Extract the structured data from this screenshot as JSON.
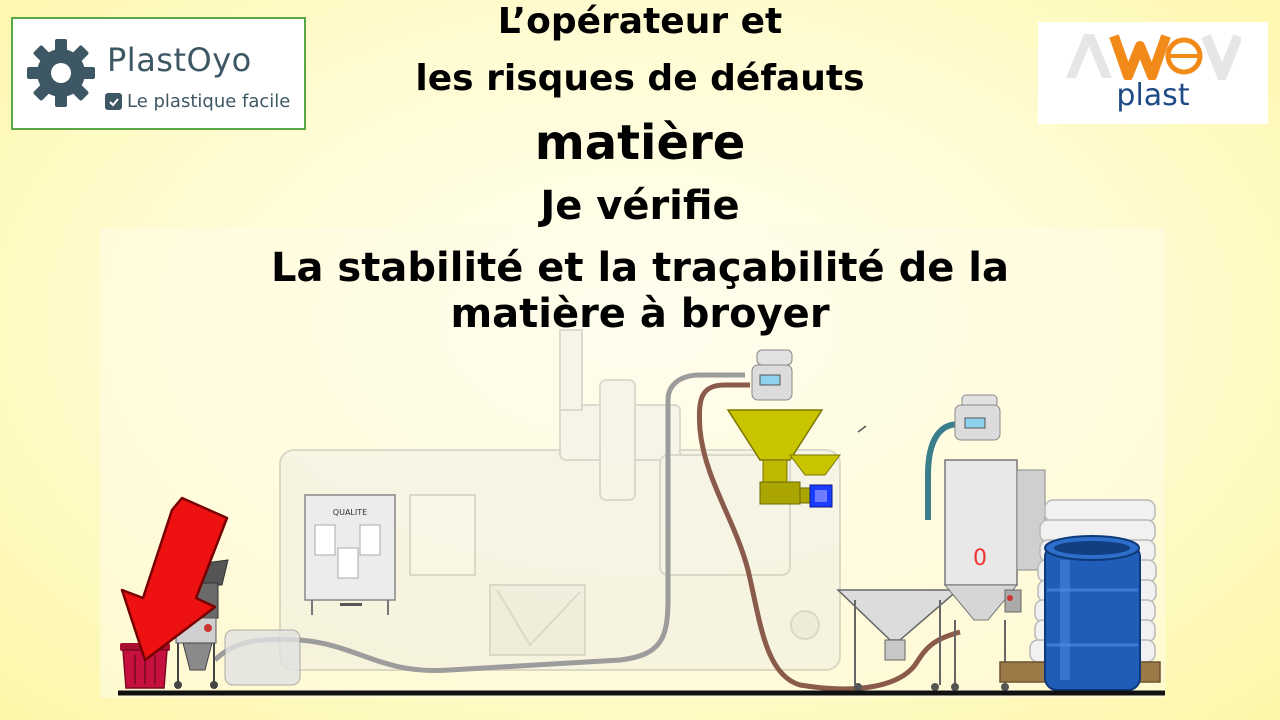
{
  "logos": {
    "left": {
      "brand": "PlastOyo",
      "tagline": "Le plastique facile"
    },
    "right": {
      "mark": "AWEV",
      "sub": "plast"
    }
  },
  "title": {
    "line1": "L’opérateur et",
    "line2": "les risques de défauts",
    "line3": "matière",
    "line4": "Je vérifie",
    "line5": "La stabilité et la traçabilité de la",
    "line6": "matière à broyer"
  },
  "scene": {
    "quality_box_label": "QUALITE",
    "dryer_gauge": "0",
    "arrow_color": "#ee1111",
    "bin_color": "#c8103e",
    "drum_color": "#1f5db8",
    "hopper_color": "#c9c400",
    "material_pipe_color": "#8a5a4a"
  }
}
